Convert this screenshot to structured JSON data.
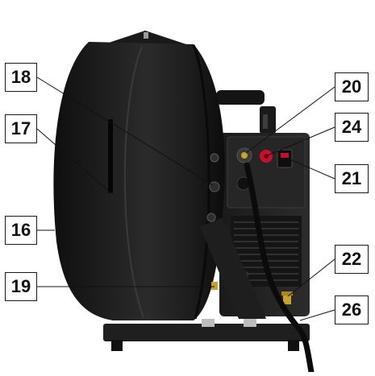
{
  "callouts": {
    "c16": "16",
    "c17": "17",
    "c18": "18",
    "c19": "19",
    "c20": "20",
    "c21": "21",
    "c22": "22",
    "c24": "24",
    "c26": "26"
  },
  "colors": {
    "body": "#1c1c1c",
    "panel": "#2a2a2a",
    "highlight": "#4a4a4a",
    "indicator_red": "#c8102e",
    "brass": "#c9a227"
  }
}
